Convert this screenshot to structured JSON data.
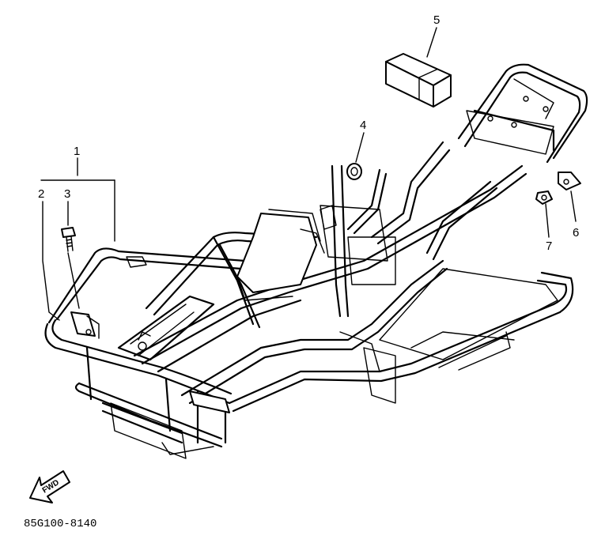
{
  "callouts": [
    {
      "id": "1",
      "label": "1"
    },
    {
      "id": "2",
      "label": "2"
    },
    {
      "id": "3",
      "label": "3"
    },
    {
      "id": "4",
      "label": "4"
    },
    {
      "id": "5",
      "label": "5"
    },
    {
      "id": "6",
      "label": "6"
    },
    {
      "id": "7",
      "label": "7"
    }
  ],
  "direction_label": "FWD",
  "drawing_code": "85G100-8140"
}
